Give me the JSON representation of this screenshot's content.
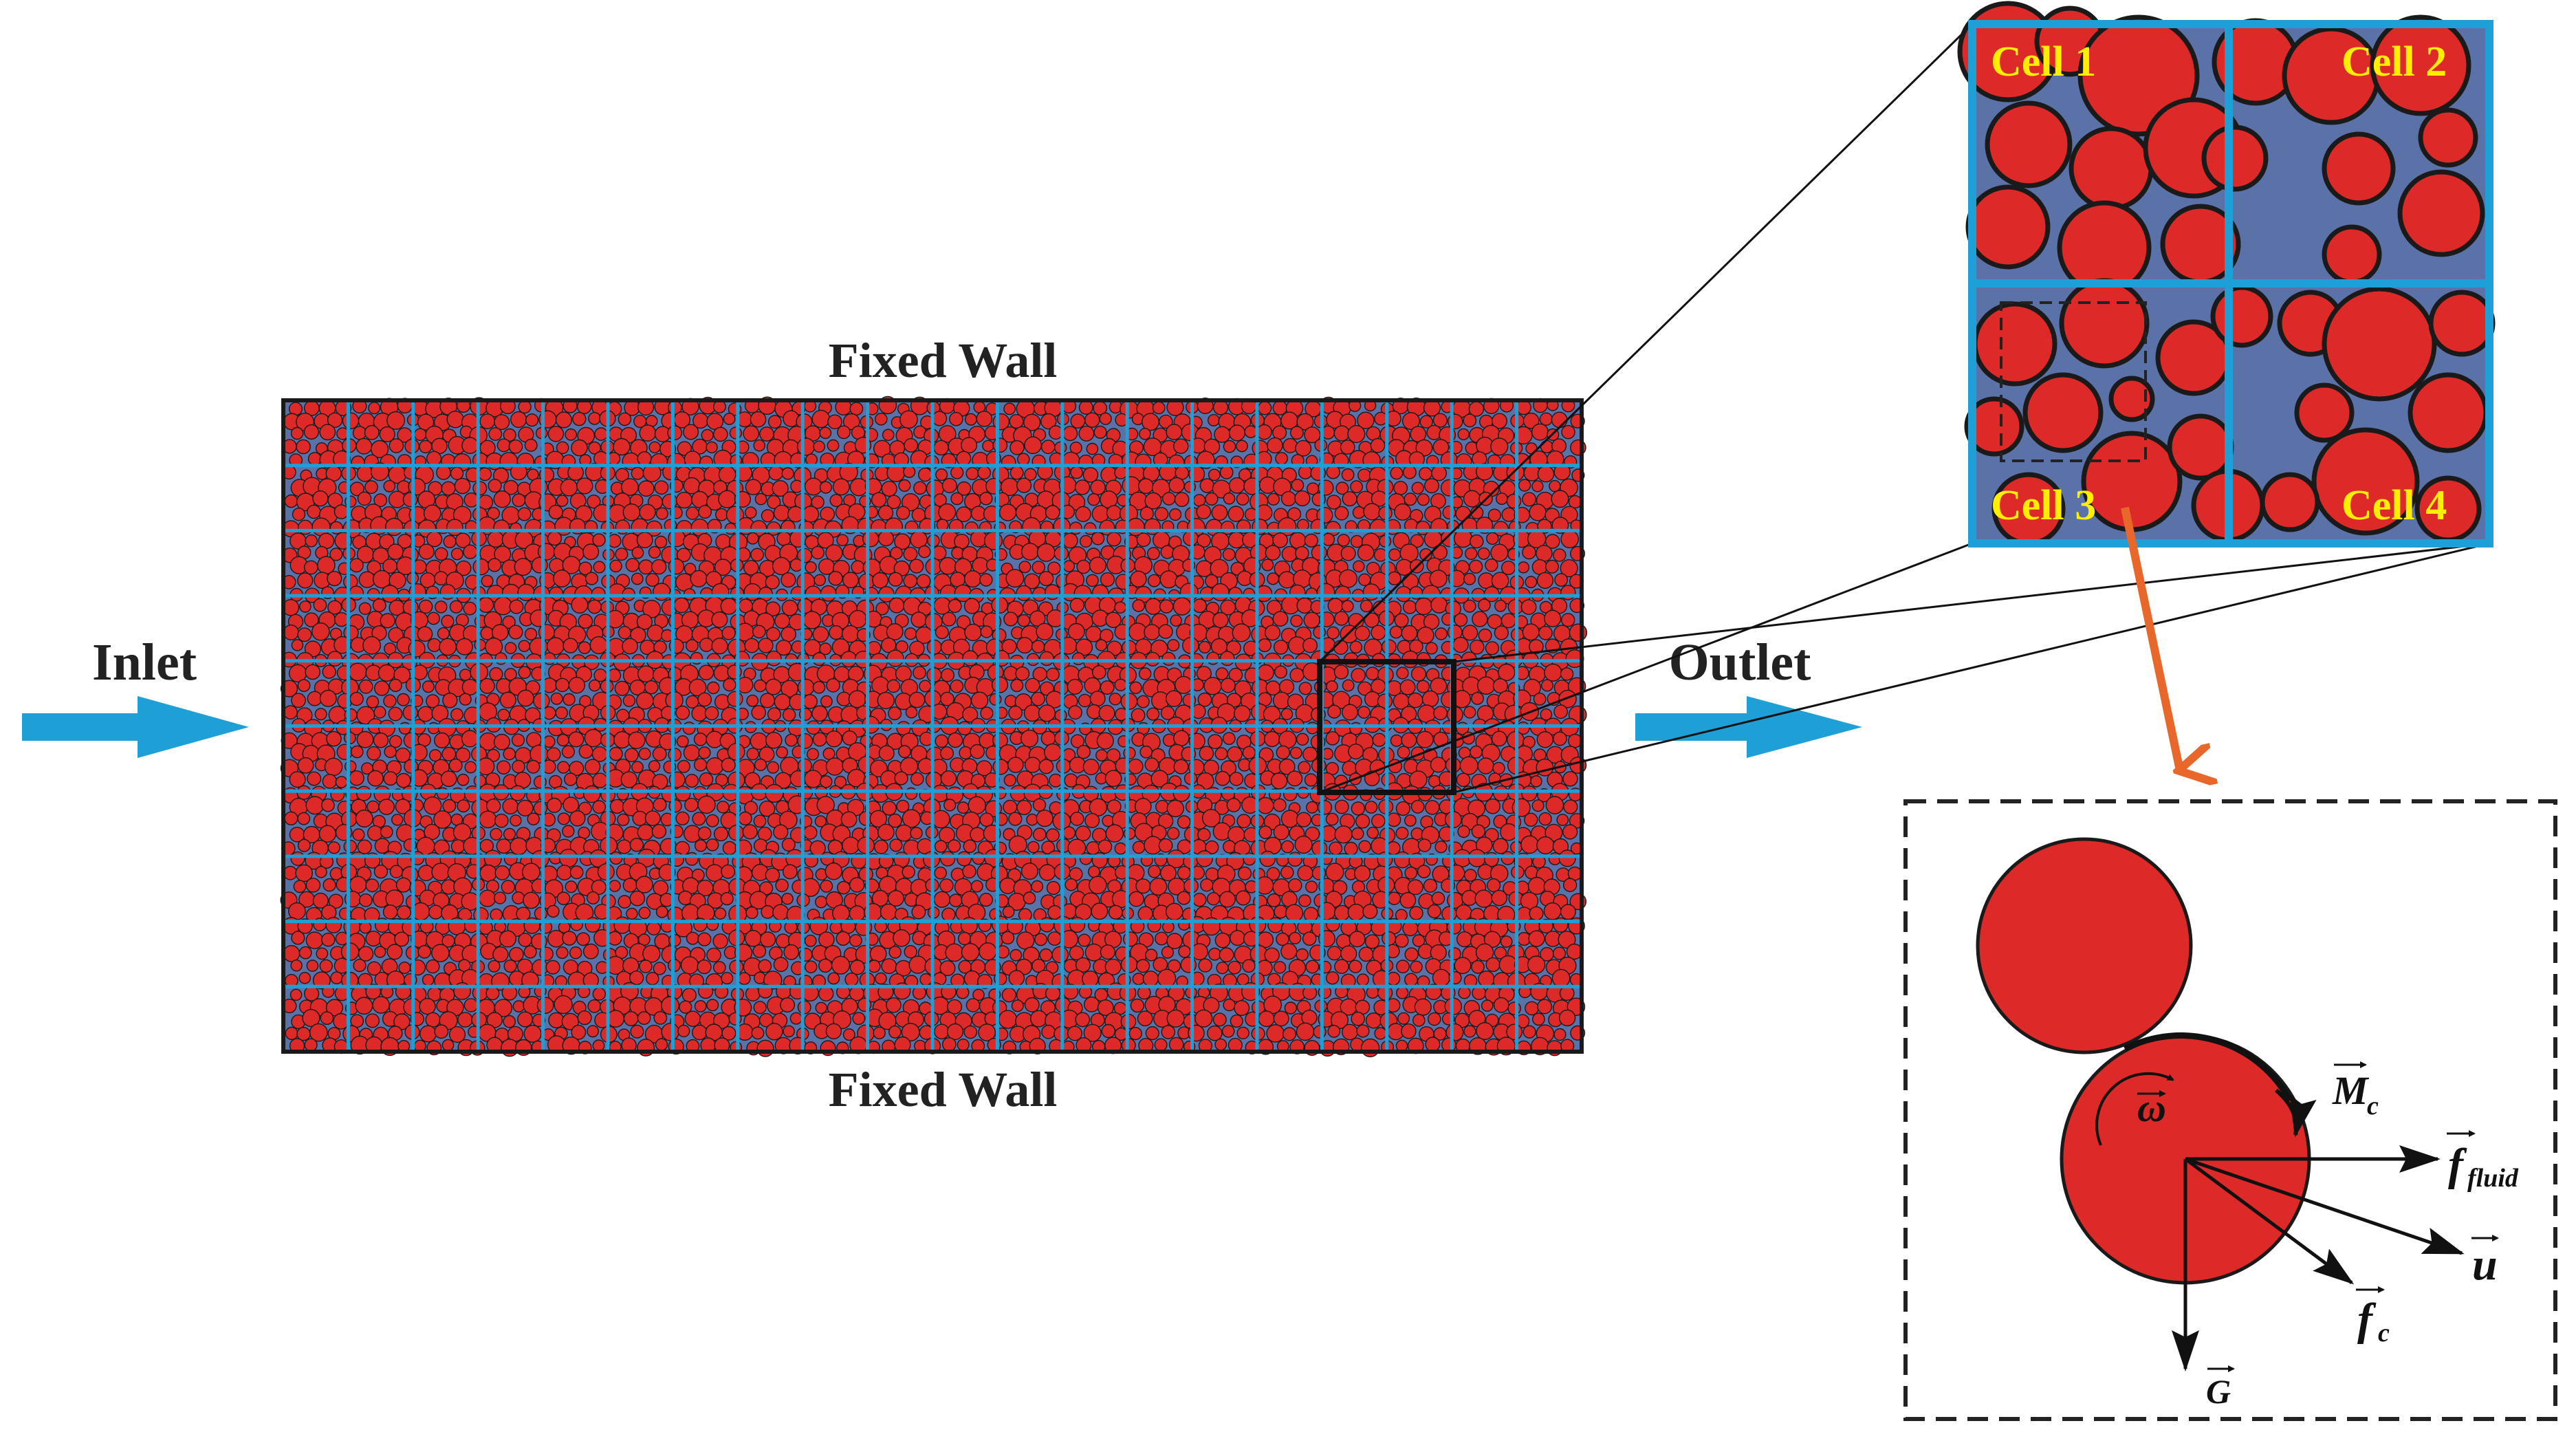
{
  "labels": {
    "top_wall": "Fixed Wall",
    "bottom_wall": "Fixed Wall",
    "inlet": "Inlet",
    "outlet": "Outlet"
  },
  "zoom": {
    "cells": [
      "Cell 1",
      "Cell 2",
      "Cell 3",
      "Cell 4"
    ]
  },
  "forces": {
    "omega": "ω",
    "moment": "M",
    "moment_sub": "c",
    "fluid_force": "f",
    "fluid_force_sub": "fluid",
    "velocity": "u",
    "contact_force": "f",
    "contact_force_sub": "c",
    "gravity": "G"
  },
  "colors": {
    "particle": "#dd2a28",
    "fluid": "#5a72a8",
    "grid": "#1ea0d6",
    "arrow": "#1ea0d6",
    "orange_arrow": "#e8672a"
  }
}
